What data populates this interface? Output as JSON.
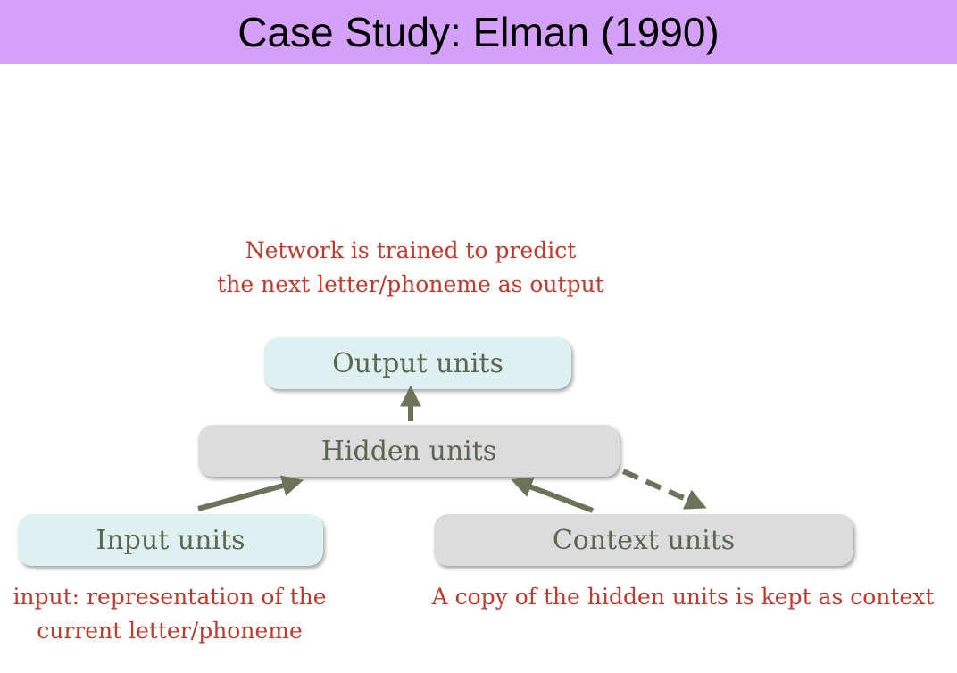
{
  "title": "Case Study: Elman (1990)",
  "colors": {
    "title_bar": "#d5a0f7",
    "note_text": "#c0392b",
    "unit_text": "#5c6652",
    "teal_box": "#def1f1",
    "grey_box": "#dcdcdc",
    "arrow": "#6b7358"
  },
  "notes": {
    "training": [
      "Network is trained to predict",
      "the next letter/phoneme as output"
    ],
    "input": [
      "input: representation of the",
      "current letter/phoneme"
    ],
    "context": [
      "A copy of the hidden units is kept as context"
    ]
  },
  "units": {
    "output": "Output units",
    "hidden": "Hidden units",
    "input": "Input units",
    "context": "Context units"
  }
}
